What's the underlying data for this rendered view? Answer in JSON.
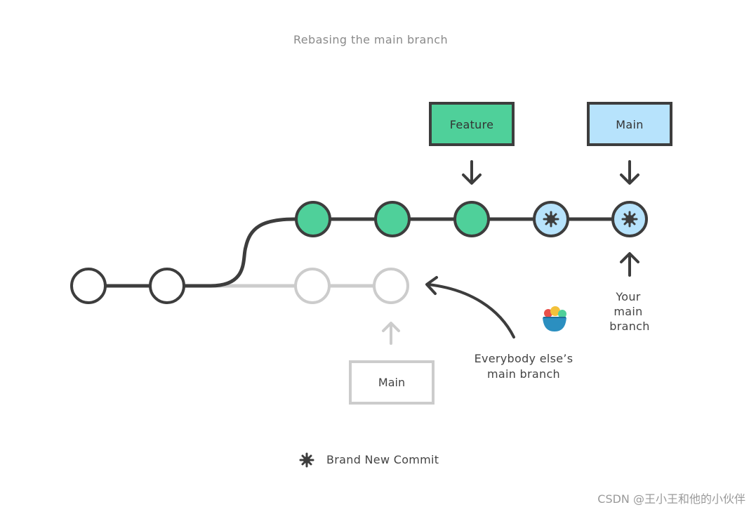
{
  "title": "Rebasing the main branch",
  "branches": {
    "feature_label": "Feature",
    "your_main_label": "Main",
    "old_main_label": "Main"
  },
  "annotations": {
    "your_main_branch": [
      "Your",
      "main",
      "branch"
    ],
    "everybody_else": [
      "Everybody else’s",
      "main branch"
    ]
  },
  "legend": {
    "label": "Brand New Commit"
  },
  "watermark": "CSDN @王小王和他的小伙伴",
  "colors": {
    "line": "#3d3d3d",
    "ghost": "#cccccc",
    "feature_fill": "#4fd09a",
    "main_fill": "#b7e3fc"
  }
}
